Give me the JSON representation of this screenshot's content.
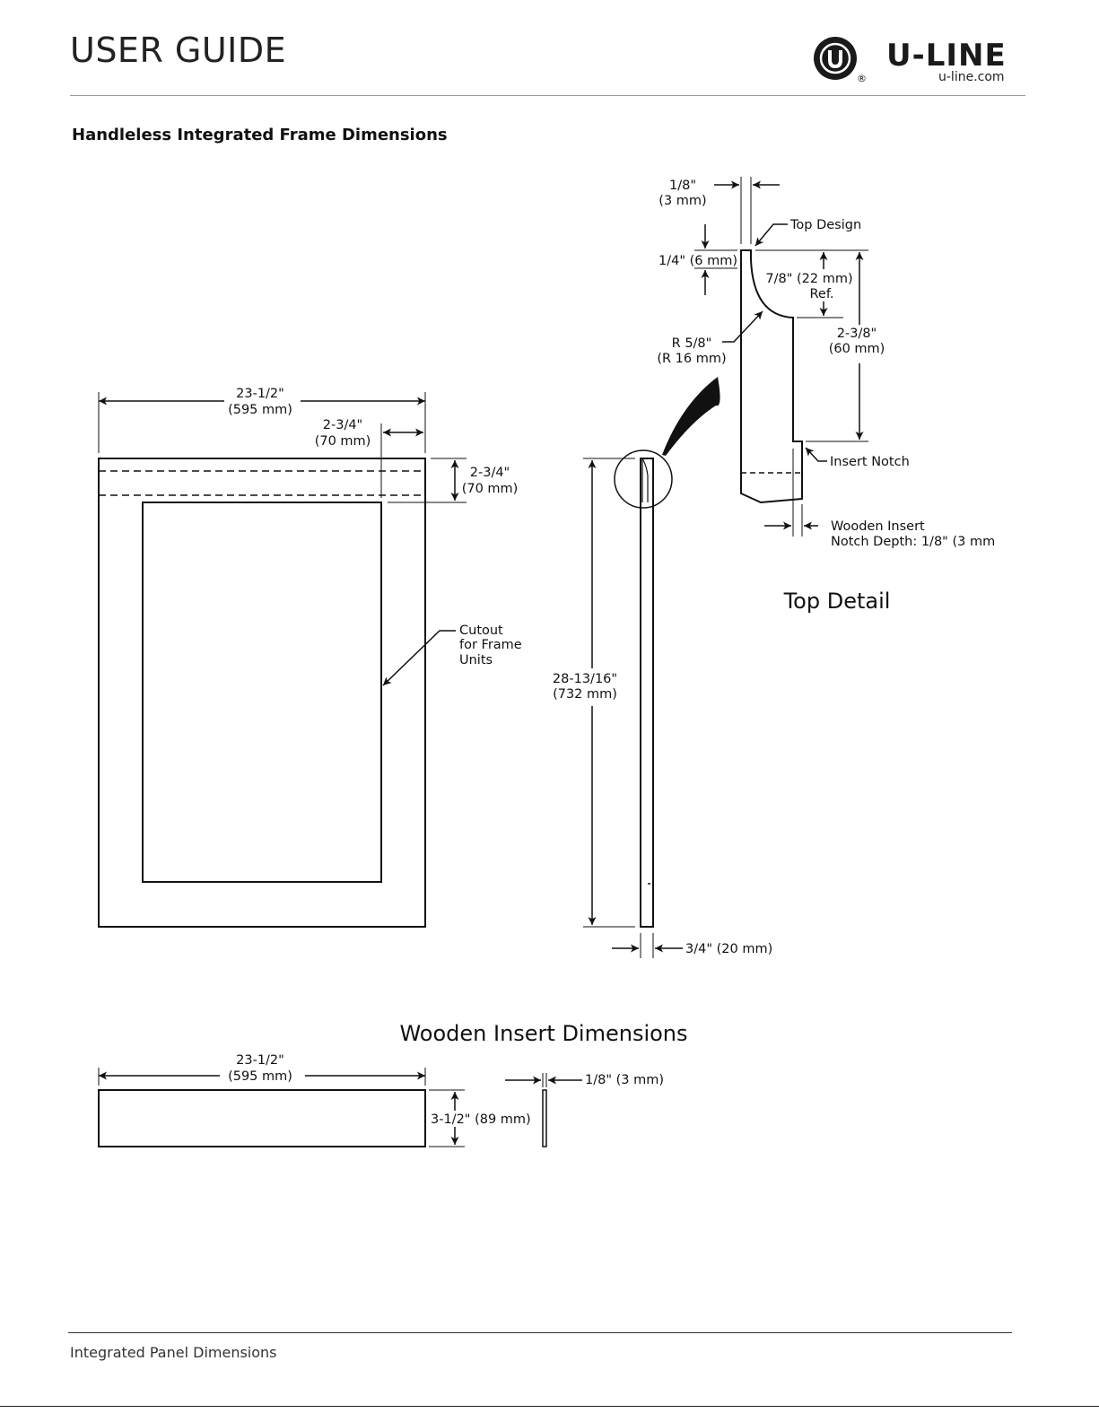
{
  "header": {
    "title": "USER GUIDE",
    "brand": "U-LINE",
    "url": "u-line.com",
    "reg": "®"
  },
  "section_title": "Handleless Integrated Frame Dimensions",
  "front_view": {
    "width_in": "23-1/2\"",
    "width_mm": "(595 mm)",
    "stile_in": "2-3/4\"",
    "stile_mm": "(70 mm)",
    "rail_in": "2-3/4\"",
    "rail_mm": "(70 mm)",
    "cutout_1": "Cutout",
    "cutout_2": "for Frame",
    "cutout_3": "Units"
  },
  "side_view": {
    "height_in": "28-13/16\"",
    "height_mm": "(732 mm)",
    "thickness": "3/4\" (20 mm)"
  },
  "top_detail": {
    "title": "Top Detail",
    "lip_in": "1/8\"",
    "lip_mm": "(3 mm)",
    "top_design": "Top Design",
    "quarter": "1/4\" (6 mm)",
    "ref_1": "7/8\" (22 mm)",
    "ref_2": "Ref.",
    "radius_1": "R 5/8\"",
    "radius_2": "(R 16 mm)",
    "height_1": "2-3/8\"",
    "height_2": "(60 mm)",
    "insert_notch": "Insert Notch",
    "notch_1": "Wooden Insert",
    "notch_2": "Notch Depth: 1/8\" (3 mm"
  },
  "insert": {
    "title": "Wooden Insert Dimensions",
    "width_in": "23-1/2\"",
    "width_mm": "(595 mm)",
    "height": "3-1/2\" (89 mm)",
    "thickness": "1/8\" (3 mm)"
  },
  "footer": {
    "text": "Integrated Panel Dimensions"
  }
}
